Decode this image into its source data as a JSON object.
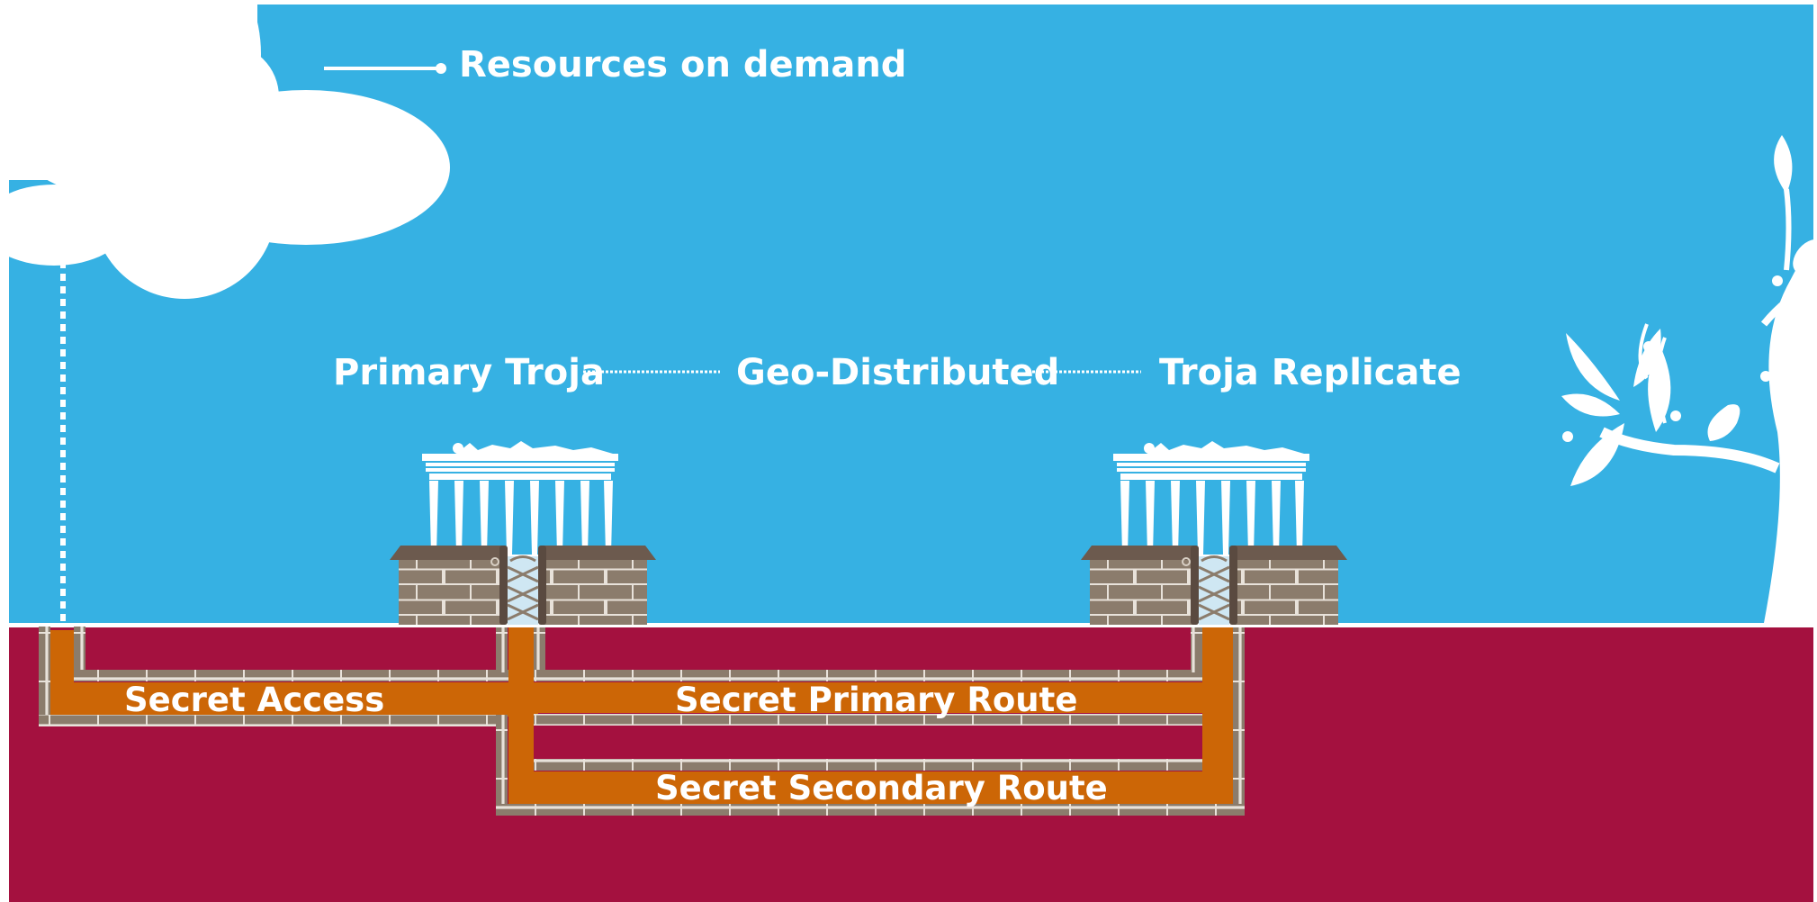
{
  "labels": {
    "resources": "Resources on demand",
    "primary_site": "Primary Troja",
    "geo": "Geo-Distributed",
    "replica_site": "Troja Replicate",
    "secret_access": "Secret Access",
    "secret_primary": "Secret Primary Route",
    "secret_secondary": "Secret Secondary Route"
  },
  "colors": {
    "sky": "#36b1e3",
    "ground": "#a4113f",
    "tunnel": "#cc6606",
    "brick": "#8b7c6c",
    "brick_line": "#e8e2da",
    "roof": "#6c5a4e",
    "white": "#ffffff"
  },
  "icons": [
    "cloud-icon",
    "temple-icon",
    "tree-icon",
    "gate-icon"
  ]
}
